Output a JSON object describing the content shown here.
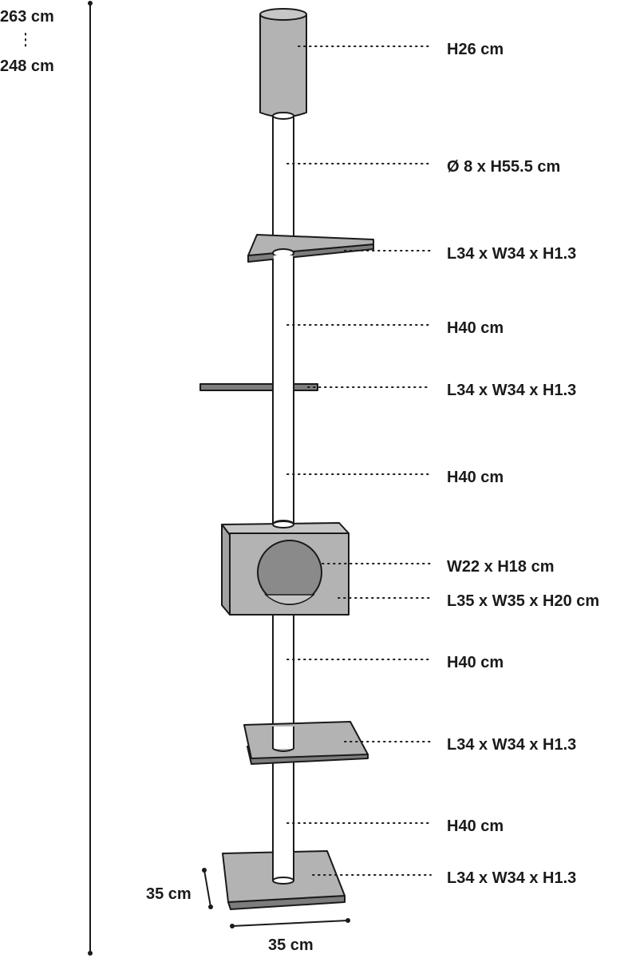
{
  "height_range": {
    "max": "263 cm",
    "min": "248 cm"
  },
  "base_dims": {
    "depth": "35 cm",
    "width": "35 cm"
  },
  "annotations": [
    {
      "id": "top-cylinder",
      "text": "H26 cm"
    },
    {
      "id": "upper-post",
      "text": "Ø 8 x H55.5 cm"
    },
    {
      "id": "platform-1",
      "text": "L34 x W34 x H1.3"
    },
    {
      "id": "post-1",
      "text": "H40 cm"
    },
    {
      "id": "platform-2",
      "text": "L34 x W34 x H1.3"
    },
    {
      "id": "post-2",
      "text": "H40 cm"
    },
    {
      "id": "cave-opening",
      "text": "W22 x H18 cm"
    },
    {
      "id": "cave",
      "text": "L35 x W35 x H20 cm"
    },
    {
      "id": "post-3",
      "text": "H40 cm"
    },
    {
      "id": "platform-3",
      "text": "L34 x W34 x H1.3"
    },
    {
      "id": "post-4",
      "text": "H40 cm"
    },
    {
      "id": "base",
      "text": "L34 x W34 x H1.3"
    }
  ],
  "colors": {
    "panel": "#b3b3b3",
    "panel_dark": "#7d7d7d",
    "post": "#ffffff",
    "line": "#1a1a1a",
    "cave_opening": "#8a8a8a"
  }
}
